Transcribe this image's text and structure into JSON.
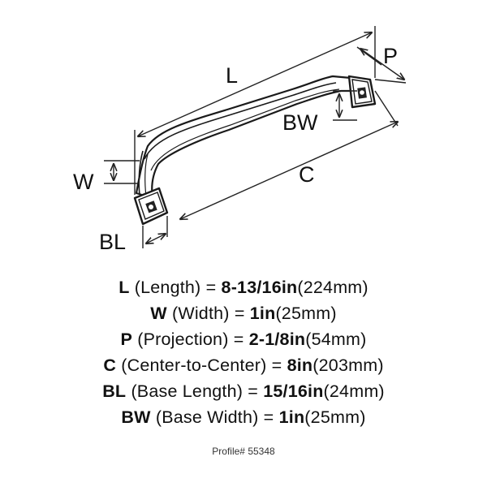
{
  "diagram": {
    "labels": {
      "L": "L",
      "P": "P",
      "BW": "BW",
      "W": "W",
      "C": "C",
      "BL": "BL"
    }
  },
  "specs": [
    {
      "abbr": "L",
      "name": "(Length) =",
      "value": "8-13/16in",
      "metric": "(224mm)"
    },
    {
      "abbr": "W",
      "name": "(Width) =",
      "value": "1in",
      "metric": "(25mm)"
    },
    {
      "abbr": "P",
      "name": "(Projection) =",
      "value": "2-1/8in",
      "metric": "(54mm)"
    },
    {
      "abbr": "C",
      "name": "(Center-to-Center) =",
      "value": "8in",
      "metric": "(203mm)"
    },
    {
      "abbr": "BL",
      "name": "(Base Length) =",
      "value": "15/16in",
      "metric": "(24mm)"
    },
    {
      "abbr": "BW",
      "name": "(Base Width) =",
      "value": "1in",
      "metric": "(25mm)"
    }
  ],
  "profile": "Profile# 55348"
}
